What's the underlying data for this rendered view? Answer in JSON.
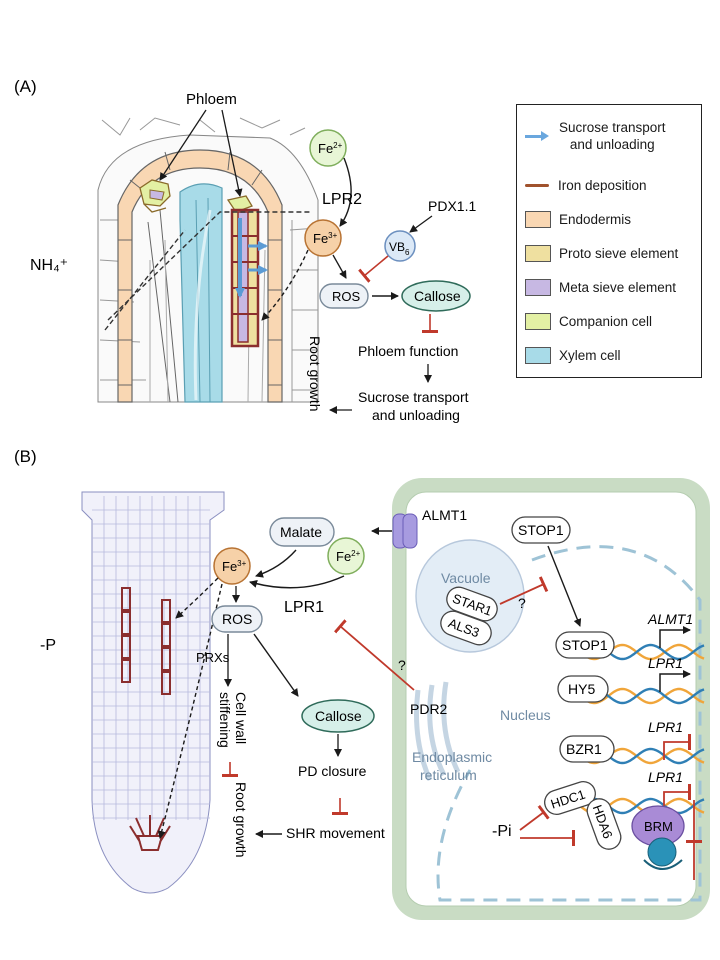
{
  "panel_a": {
    "label": "(A)",
    "phloem": "Phloem",
    "nh4": "NH₄⁺",
    "fe2": "Fe",
    "fe2_sup": "2+",
    "fe3": "Fe",
    "fe3_sup": "3+",
    "lpr2": "LPR2",
    "pdx": "PDX1.1",
    "vb6": "VB",
    "vb6_sub": "6",
    "ros": "ROS",
    "callose": "Callose",
    "phloem_function": "Phloem function",
    "sucrose_line1": "Sucrose transport",
    "sucrose_line2": "and unloading",
    "root_growth": "Root growth"
  },
  "legend": [
    {
      "kind": "arrow",
      "label": "Sucrose transport\nand unloading",
      "color": "#6aa7de"
    },
    {
      "kind": "line",
      "label": "Iron deposition",
      "color": "#a0522d"
    },
    {
      "kind": "box",
      "label": "Endodermis",
      "color": "#f9d7b3"
    },
    {
      "kind": "box",
      "label": "Proto sieve element",
      "color": "#efe0a0"
    },
    {
      "kind": "box",
      "label": "Meta sieve element",
      "color": "#c7b8e3"
    },
    {
      "kind": "box",
      "label": "Companion cell",
      "color": "#e3f0a4"
    },
    {
      "kind": "box",
      "label": "Xylem cell",
      "color": "#a8dbe8"
    }
  ],
  "panel_b": {
    "label": "(B)",
    "minus_p": "-P",
    "almt1_channel": "ALMT1",
    "malate": "Malate",
    "fe2": "Fe",
    "fe2_sup": "2+",
    "fe3": "Fe",
    "fe3_sup": "3+",
    "lpr1": "LPR1",
    "ros": "ROS",
    "prxs": "PRXs",
    "cell_wall_1": "Cell wall",
    "cell_wall_2": "stiffening",
    "root_growth": "Root growth",
    "callose": "Callose",
    "pd_closure": "PD closure",
    "shr_movement": "SHR movement",
    "question_1": "?",
    "question_2": "?",
    "pdr2": "PDR2",
    "vacuole": "Vacuole",
    "star1": "STAR1",
    "als3": "ALS3",
    "stop1_cyto": "STOP1",
    "stop1_nuc": "STOP1",
    "almt1_gene": "ALMT1",
    "hy5": "HY5",
    "lpr1_gene_1": "LPR1",
    "bzr1": "BZR1",
    "lpr1_gene_2": "LPR1",
    "lpr1_gene_3": "LPR1",
    "nucleus": "Nucleus",
    "er_1": "Endoplasmic",
    "er_2": "reticulum",
    "minus_pi": "-Pi",
    "hdc1": "HDC1",
    "hda6": "HDA6",
    "brm": "BRM"
  },
  "colors": {
    "inhibit": "#c0392b",
    "iron": "#8b2e2e",
    "fe3_fill": "#f6d1a8",
    "fe2_fill": "#e8f6d6",
    "callose_fill": "#d6efe9",
    "cell_green": "#a9c4a0",
    "dna_orange": "#f0a53a",
    "dna_blue": "#2f7fb5",
    "brm_purple": "#a98bd6"
  }
}
